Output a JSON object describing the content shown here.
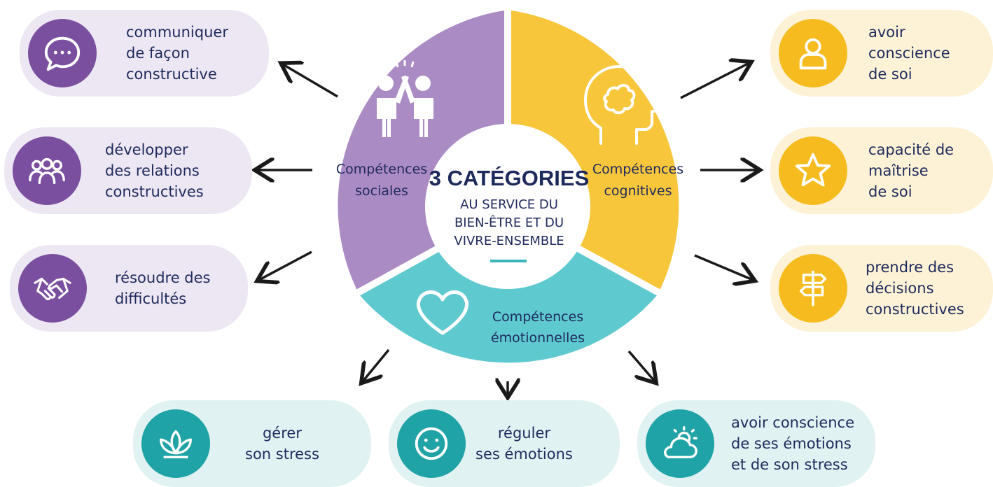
{
  "center": {
    "title": "3 CATÉGORIES",
    "subtitle_lines": [
      "AU SERVICE DU",
      "BIEN-ÊTRE ET DU",
      "VIVRE-ENSEMBLE"
    ]
  },
  "segments": {
    "sociales": {
      "lines": [
        "Compétences",
        "sociales"
      ],
      "icon": "high-five-icon"
    },
    "cognitives": {
      "lines": [
        "Compétences",
        "cognitives"
      ],
      "icon": "head-brain-icon"
    },
    "emotionnelles": {
      "lines": [
        "Compétences",
        "émotionnelles"
      ],
      "icon": "heart-icon"
    }
  },
  "social_items": [
    {
      "lines": [
        "communiquer",
        "de façon",
        "constructive"
      ],
      "icon": "speech-bubble-icon"
    },
    {
      "lines": [
        "développer",
        "des relations",
        "constructives"
      ],
      "icon": "group-icon"
    },
    {
      "lines": [
        "résoudre des",
        "difficultés"
      ],
      "icon": "handshake-icon"
    }
  ],
  "cognitive_items": [
    {
      "lines": [
        "avoir",
        "conscience",
        "de soi"
      ],
      "icon": "person-icon"
    },
    {
      "lines": [
        "capacité de",
        "maîtrise",
        "de soi"
      ],
      "icon": "star-icon"
    },
    {
      "lines": [
        "prendre des",
        "décisions",
        "constructives"
      ],
      "icon": "signpost-icon"
    }
  ],
  "emotional_items": [
    {
      "lines": [
        "gérer",
        "son stress"
      ],
      "icon": "lotus-icon"
    },
    {
      "lines": [
        "réguler",
        "ses émotions"
      ],
      "icon": "smiley-icon"
    },
    {
      "lines": [
        "avoir conscience",
        "de ses émotions",
        "et de son stress"
      ],
      "icon": "sun-cloud-icon"
    }
  ],
  "colors": {
    "social": "#ab8bc4",
    "cognitive": "#f7c63b",
    "emotional": "#5ec9cf",
    "navy": "#1f2a5c"
  }
}
